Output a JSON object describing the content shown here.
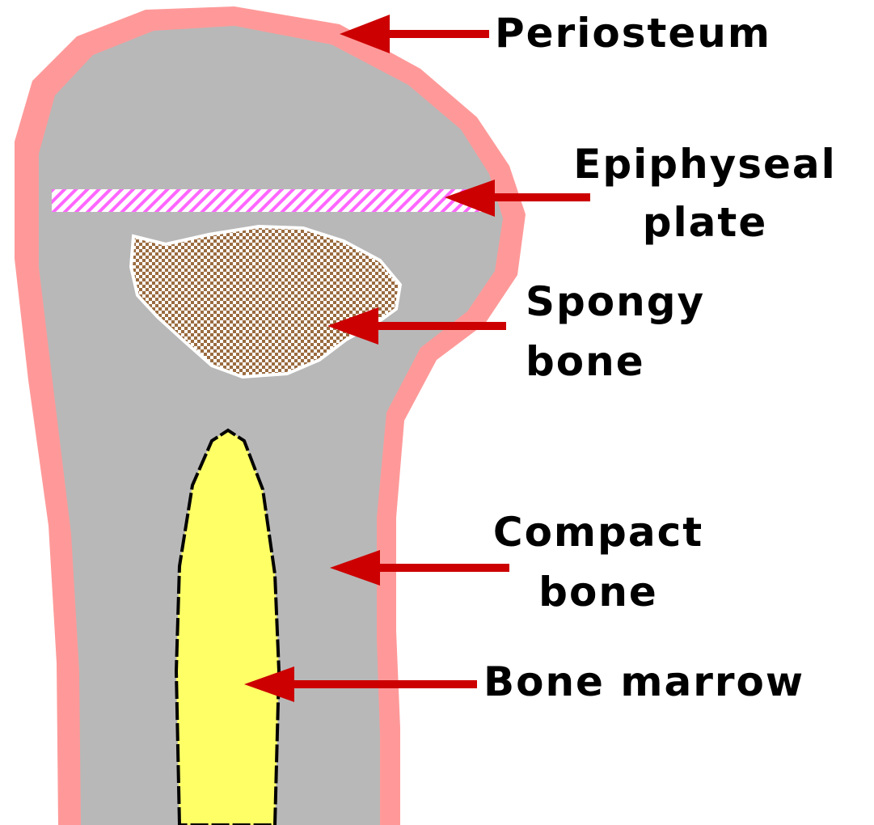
{
  "labels": {
    "periosteum": "Periosteum",
    "epiphyseal_line1": "Epiphyseal",
    "epiphyseal_line2": "plate",
    "spongy_line1": "Spongy",
    "spongy_line2": "bone",
    "compact_line1": "Compact",
    "compact_line2": "bone",
    "marrow": "Bone marrow"
  },
  "colors": {
    "periosteum": "#ff9999",
    "compact_bone": "#b8b8b8",
    "spongy_bone": "#9a6b3f",
    "marrow": "#ffff66",
    "epiphyseal_stripe": "#ff66ff",
    "arrow": "#cc0000",
    "text": "#000000"
  }
}
